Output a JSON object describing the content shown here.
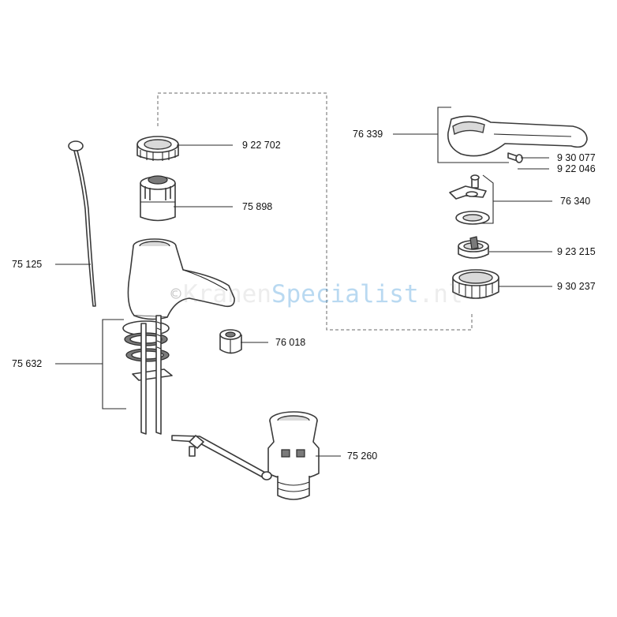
{
  "parts": [
    {
      "id": "p9_22_702",
      "number": "9 22 702"
    },
    {
      "id": "p75_898",
      "number": "75 898"
    },
    {
      "id": "p75_125",
      "number": "75 125"
    },
    {
      "id": "p76_018",
      "number": "76 018"
    },
    {
      "id": "p75_632",
      "number": "75 632"
    },
    {
      "id": "p75_260",
      "number": "75 260"
    },
    {
      "id": "p76_339",
      "number": "76 339"
    },
    {
      "id": "p9_30_077",
      "number": "9 30 077"
    },
    {
      "id": "p9_22_046",
      "number": "9 22 046"
    },
    {
      "id": "p76_340",
      "number": "76 340"
    },
    {
      "id": "p9_23_215",
      "number": "9 23 215"
    },
    {
      "id": "p9_30_237",
      "number": "9 30 237"
    }
  ],
  "watermark": {
    "part1": "Kranen",
    "part2": "Specialist",
    "part3": ".nl",
    "icon": "copyright-icon"
  }
}
